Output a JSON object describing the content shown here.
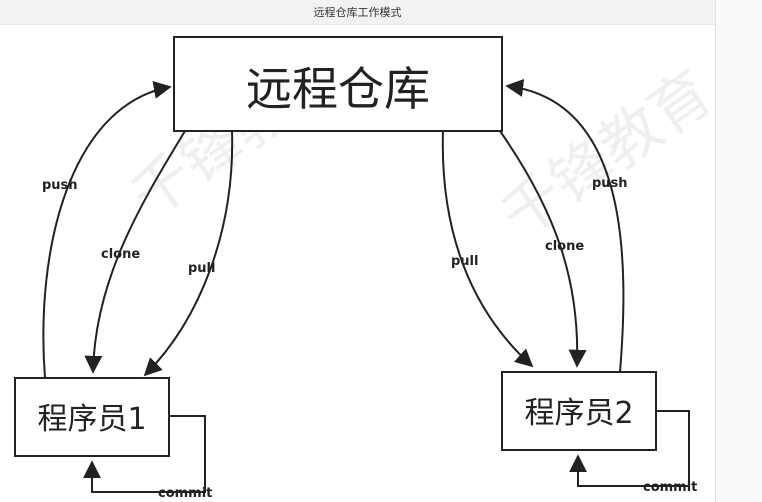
{
  "window": {
    "title": "远程仓库工作模式"
  },
  "diagram": {
    "nodes": {
      "remote": "远程仓库",
      "dev1": "程序员1",
      "dev2": "程序员2"
    },
    "edges": {
      "dev1_push": "push",
      "dev1_clone": "clone",
      "dev1_pull": "pull",
      "dev1_commit": "commit",
      "dev2_pull": "pull",
      "dev2_clone": "clone",
      "dev2_push": "push",
      "dev2_commit": "commit"
    }
  },
  "colors": {
    "stroke": "#222222",
    "background": "#ffffff"
  }
}
